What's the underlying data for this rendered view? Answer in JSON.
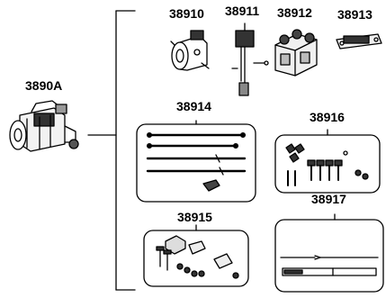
{
  "parts": {
    "main": "3890A",
    "p1": "38910",
    "p2": "38911",
    "p3": "38912",
    "p4": "38913",
    "p5": "38914",
    "p6": "38915",
    "p7": "38916",
    "p8": "38917"
  }
}
